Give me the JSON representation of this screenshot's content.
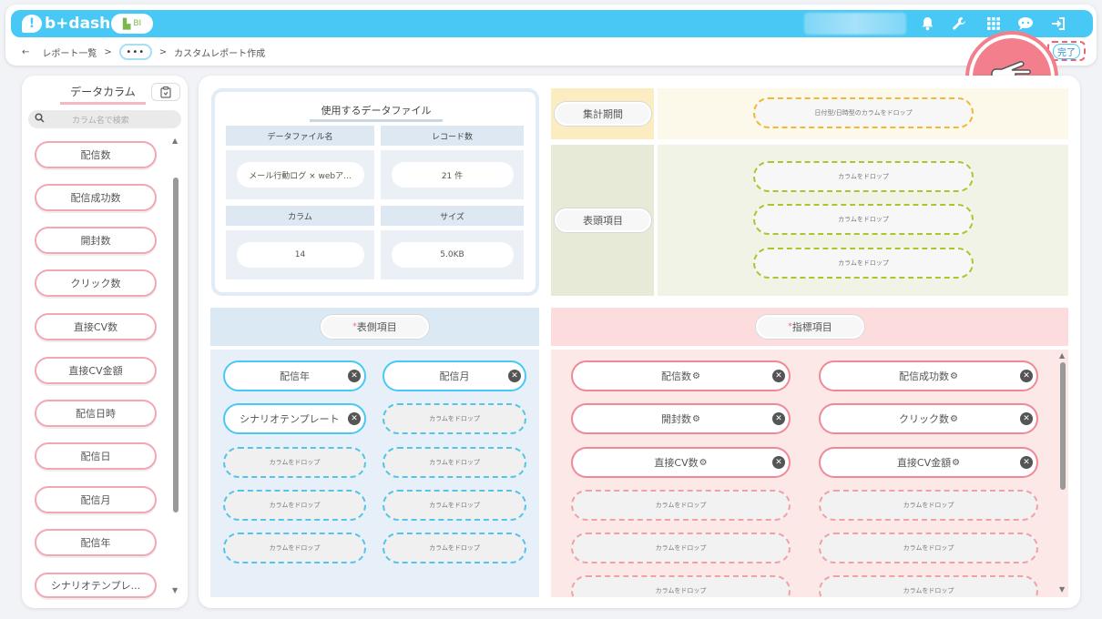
{
  "header": {
    "logo_text": "b+dash",
    "logo_mark": "!",
    "bi_badge": "BI",
    "icons": [
      "bell-icon",
      "wrench-icon",
      "grid-icon",
      "chat-icon",
      "logout-icon"
    ]
  },
  "breadcrumb": {
    "back": "←",
    "reports": "レポート一覧",
    "sep": ">",
    "more": "•••",
    "current": "カスタムレポート作成"
  },
  "done_label": "完了",
  "sidebar": {
    "title": "データカラム",
    "search_placeholder": "カラム名で検索",
    "items": [
      "配信数",
      "配信成功数",
      "開封数",
      "クリック数",
      "直接CV数",
      "直接CV金額",
      "配信日時",
      "配信日",
      "配信月",
      "配信年",
      "シナリオテンプレ..."
    ]
  },
  "file_info": {
    "title": "使用するデータファイル",
    "name_label": "データファイル名",
    "name_value": "メール行動ログ × webア...",
    "records_label": "レコード数",
    "records_value": "21 件",
    "columns_label": "カラム",
    "columns_value": "14",
    "size_label": "サイズ",
    "size_value": "5.0KB"
  },
  "period": {
    "label": "集計期間",
    "drop": "日付型/日時型のカラムをドロップ"
  },
  "header_items": {
    "label": "表頭項目",
    "drops": [
      "カラムをドロップ",
      "カラムをドロップ",
      "カラムをドロップ"
    ]
  },
  "row_items": {
    "required_mark": "*",
    "label": "表側項目",
    "chips": [
      "配信年",
      "配信月",
      "シナリオテンプレート"
    ],
    "drop": "カラムをドロップ"
  },
  "index_items": {
    "required_mark": "*",
    "label": "指標項目",
    "chips": [
      "配信数",
      "配信成功数",
      "開封数",
      "クリック数",
      "直接CV数",
      "直接CV金額"
    ],
    "drop": "カラムをドロップ"
  },
  "colors": {
    "brand": "#48c8f5",
    "accent_pink": "#f37f8c",
    "row_blue": "#e7f0f8",
    "index_red": "#fde8e8"
  }
}
